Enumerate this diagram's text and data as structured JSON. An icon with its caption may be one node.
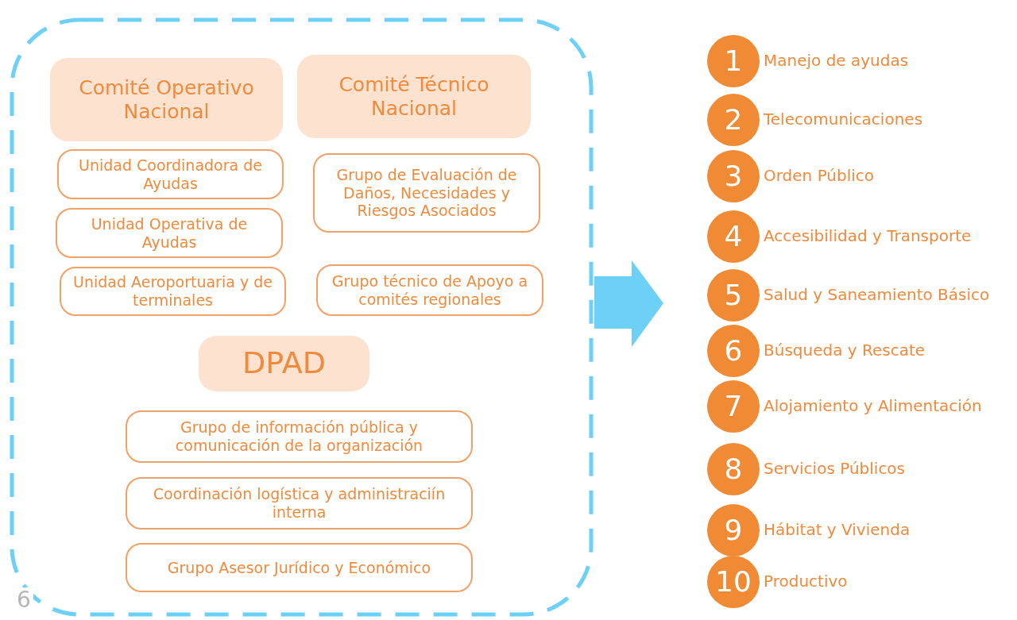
{
  "diagram": {
    "nodes": [
      {
        "text": [],
        "shape": "box"
      },
      {
        "text": [
          "Comité Operativo Nacional"
        ],
        "in": 0
      },
      {
        "text": [
          "Comité Técnico Nacional"
        ],
        "in": 0
      },
      {
        "text": [
          "Unidad Coordinadora de Ayudas"
        ],
        "in": 0
      },
      {
        "text": [
          "Grupo de Evaluación de Daños, Necesidades y Riesgos Asociados"
        ],
        "in": 0
      },
      {
        "text": [
          "Unidad Operativa de Ayudas"
        ],
        "in": 0
      },
      {
        "text": [
          "Unidad Aeroportuaria y de terminales"
        ],
        "in": 0
      },
      {
        "text": [
          "Grupo técnico de Apoyo a comités regionales"
        ],
        "in": 0
      },
      {
        "text": [
          "DPAD"
        ],
        "in": 0
      },
      {
        "text": [
          "Grupo de información pública y comunicación de la organización"
        ],
        "in": 0
      },
      {
        "text": [
          "Coordinación logística y administraciín interna"
        ],
        "in": 0
      },
      {
        "text": [
          "Grupo Asesor Jurídico y Económico"
        ],
        "in": 0
      },
      {
        "text": [
          "1"
        ],
        "beside": [
          "Manejo de ayudas"
        ]
      },
      {
        "text": [
          "2"
        ],
        "beside": [
          "Telecomunicaciones"
        ]
      },
      {
        "text": [
          "3"
        ],
        "beside": [
          "Orden Público"
        ]
      },
      {
        "text": [
          "4"
        ],
        "beside": [
          "Accesibilidad y Transporte"
        ]
      },
      {
        "text": [
          "5"
        ],
        "beside": [
          "Salud y Saneamiento Básico"
        ]
      },
      {
        "text": [
          "6"
        ],
        "beside": [
          "Búsqueda y Rescate"
        ]
      },
      {
        "text": [
          "7"
        ],
        "beside": [
          "Alojamiento y Alimentación"
        ]
      },
      {
        "text": [
          "8"
        ],
        "beside": [
          "Servicios Públicos"
        ]
      },
      {
        "text": [
          "9"
        ],
        "beside": [
          "Hábitat y Vivienda"
        ]
      },
      {
        "text": [
          "10"
        ],
        "beside": [
          "Productivo"
        ]
      }
    ],
    "labels": [
      "6"
    ]
  }
}
